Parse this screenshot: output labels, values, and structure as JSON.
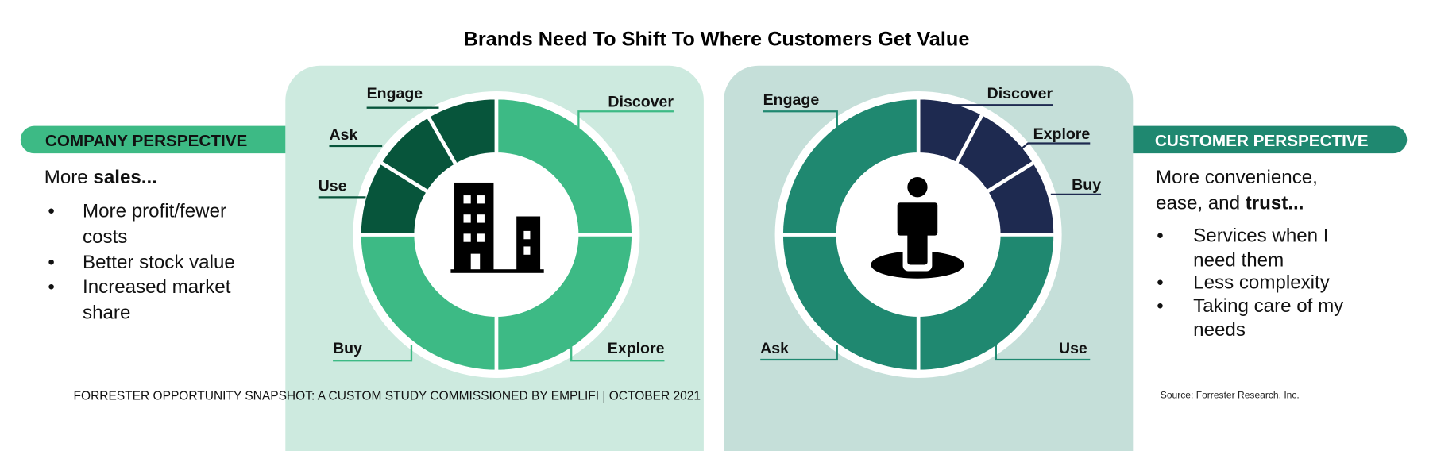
{
  "title": "Brands Need To Shift To Where Customers Get Value",
  "colors": {
    "company_light": "#3dba85",
    "company_dark": "#07553b",
    "company_panel": "#cdeadf",
    "customer_green": "#1f8870",
    "customer_navy": "#1e2a50",
    "customer_panel": "#c5dfd9"
  },
  "company": {
    "heading": "COMPANY PERSPECTIVE",
    "intro_prefix": "More ",
    "intro_bold": "sales...",
    "bullets": [
      "More profit/fewer",
      "costs",
      "Better stock value",
      "Increased market",
      "share"
    ],
    "icon": "office-building-icon",
    "stages": {
      "discover": "Discover",
      "explore": "Explore",
      "buy": "Buy",
      "use": "Use",
      "ask": "Ask",
      "engage": "Engage"
    }
  },
  "customer": {
    "heading": "CUSTOMER PERSPECTIVE",
    "intro_line1": "More convenience,",
    "intro_prefix": "ease, and ",
    "intro_bold": "trust...",
    "bullets": [
      "Services when I",
      "need them",
      "Less complexity",
      "Taking care of my",
      "needs"
    ],
    "icon": "person-location-icon",
    "stages": {
      "discover": "Discover",
      "explore": "Explore",
      "buy": "Buy",
      "use": "Use",
      "ask": "Ask",
      "engage": "Engage"
    }
  },
  "footer": "FORRESTER OPPORTUNITY SNAPSHOT: A CUSTOM STUDY COMMISSIONED BY EMPLIFI | OCTOBER 2021",
  "source": "Source: Forrester Research, Inc."
}
